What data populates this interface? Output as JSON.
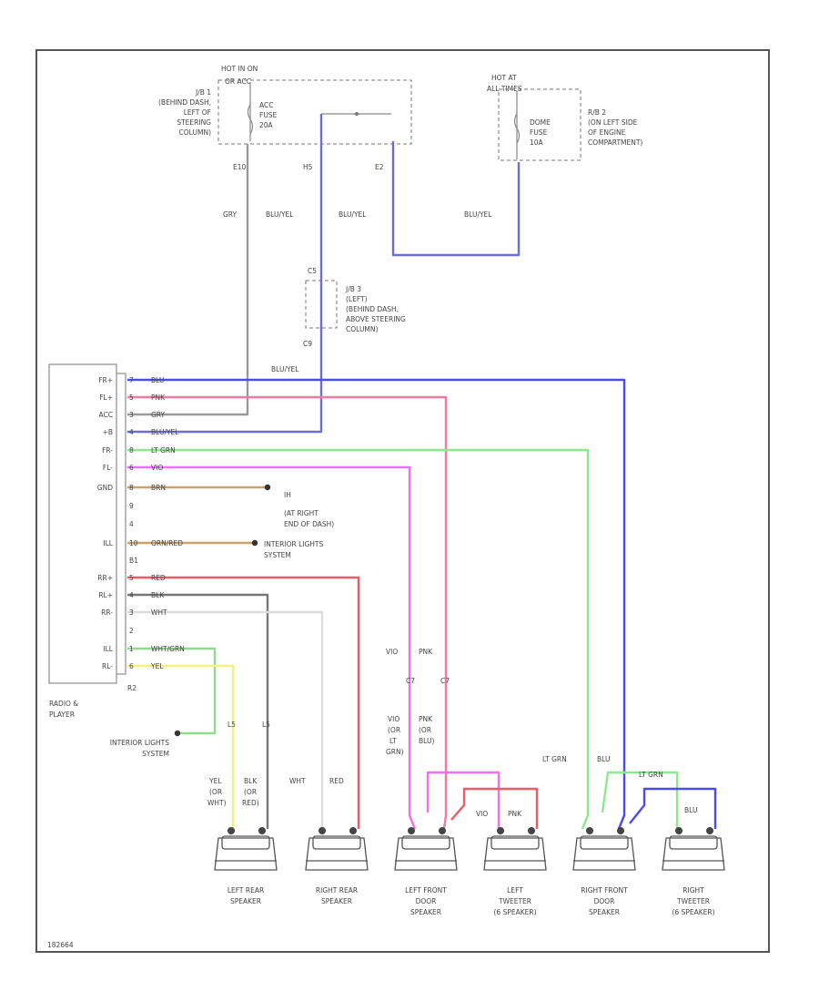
{
  "colors": {
    "gray": "#9a9a9a",
    "blue_yel": "#6d6dd8",
    "blue": "#4b4bf0",
    "pink": "#f27aa0",
    "lt_green": "#8ee88e",
    "violet": "#f070f0",
    "brown": "#c9a36a",
    "red": "#ee5a6a",
    "black": "#777777",
    "white": "#dcdcdc",
    "yellow": "#f2f27a",
    "green": "#8fdc8f"
  },
  "fuse_box_1": {
    "hot_label": "HOT IN ON",
    "hot_label_2": "OR ACC",
    "jb_lines": [
      "J/B 1",
      "(BEHIND DASH,",
      "LEFT OF",
      "STEERING",
      "COLUMN)"
    ],
    "fuse_lines": [
      "ACC",
      "FUSE",
      "20A"
    ],
    "pins": [
      "E10",
      "H5",
      "E2"
    ]
  },
  "fuse_box_2": {
    "hot_label": "HOT AT",
    "hot_label_2": "ALL TIMES",
    "rb_lines": [
      "R/B 2",
      "(ON LEFT SIDE",
      "OF ENGINE",
      "COMPARTMENT)"
    ],
    "fuse_lines": [
      "DOME",
      "FUSE",
      "10A"
    ]
  },
  "jb3": {
    "pin_top": "C5",
    "lines": [
      "J/B 3",
      "(LEFT)",
      "(BEHIND DASH,",
      "ABOVE STEERING",
      "COLUMN)"
    ],
    "pin_bottom": "C9"
  },
  "wire_labels": {
    "gry": "GRY",
    "blu_yel_1": "BLU/YEL",
    "blu_yel_2": "BLU/YEL",
    "blu_yel_3": "BLU/YEL",
    "blu_yel_4": "BLU/YEL"
  },
  "radio": {
    "label_lines": [
      "RADIO &",
      "PLAYER"
    ],
    "pins": [
      {
        "name": "FR+",
        "num": "7",
        "wire": "BLU"
      },
      {
        "name": "FL+",
        "num": "5",
        "wire": "PNK"
      },
      {
        "name": "ACC",
        "num": "3",
        "wire": "GRY"
      },
      {
        "name": "+B",
        "num": "4",
        "wire": "BLU/YEL"
      },
      {
        "name": "FR-",
        "num": "8",
        "wire": "LT GRN"
      },
      {
        "name": "FL-",
        "num": "6",
        "wire": "VIO"
      },
      {
        "name": "GND",
        "num": "8",
        "wire": "BRN"
      },
      {
        "name": "",
        "num": "9",
        "wire": ""
      },
      {
        "name": "",
        "num": "4",
        "wire": ""
      },
      {
        "name": "ILL",
        "num": "10",
        "wire": "ORN/RED"
      },
      {
        "name": "",
        "num": "B1",
        "wire": ""
      },
      {
        "name": "RR+",
        "num": "5",
        "wire": "RED"
      },
      {
        "name": "RL+",
        "num": "4",
        "wire": "BLK"
      },
      {
        "name": "RR-",
        "num": "3",
        "wire": "WHT"
      },
      {
        "name": "",
        "num": "2",
        "wire": ""
      },
      {
        "name": "ILL",
        "num": "1",
        "wire": "WHT/GRN"
      },
      {
        "name": "RL-",
        "num": "6",
        "wire": "YEL"
      }
    ],
    "pin_bottom": "R2"
  },
  "grounds": {
    "g1_id": "IH",
    "g1_lines": [
      "(AT RIGHT",
      "END OF DASH)"
    ],
    "ill_1_lines": [
      "INTERIOR LIGHTS",
      "SYSTEM"
    ],
    "ill_2_lines": [
      "INTERIOR LIGHTS",
      "SYSTEM"
    ]
  },
  "left_door_labels": {
    "top_vio": "VIO",
    "top_pnk": "PNK",
    "conn_a": "C7",
    "conn_b": "C7",
    "vio_lines": [
      "VIO",
      "(OR",
      "LT",
      "GRN)"
    ],
    "pnk_lines": [
      "PNK",
      "(OR",
      "BLU)"
    ]
  },
  "left_rear_labels": {
    "conn_a": "L5",
    "conn_b": "L5",
    "yel_lines": [
      "YEL",
      "(OR",
      "WHT)"
    ],
    "blk_lines": [
      "BLK",
      "(OR",
      "RED)"
    ]
  },
  "right_rear_labels": {
    "wht": "WHT",
    "red": "RED"
  },
  "tweeter_left_labels": {
    "vio": "VIO",
    "pnk": "PNK"
  },
  "right_front_labels": {
    "lt_grn": "LT GRN",
    "blu": "BLU"
  },
  "tweeter_right_labels": {
    "lt_grn": "LT GRN",
    "blu": "BLU"
  },
  "speakers": [
    {
      "lines": [
        "LEFT REAR",
        "SPEAKER"
      ]
    },
    {
      "lines": [
        "RIGHT REAR",
        "SPEAKER"
      ]
    },
    {
      "lines": [
        "LEFT FRONT",
        "DOOR",
        "SPEAKER"
      ]
    },
    {
      "lines": [
        "LEFT",
        "TWEETER",
        "(6 SPEAKER)"
      ]
    },
    {
      "lines": [
        "RIGHT FRONT",
        "DOOR",
        "SPEAKER"
      ]
    },
    {
      "lines": [
        "RIGHT",
        "TWEETER",
        "(6 SPEAKER)"
      ]
    }
  ],
  "footer_code": "182664"
}
